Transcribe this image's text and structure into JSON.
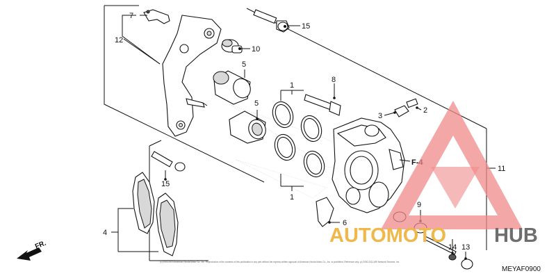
{
  "callouts": {
    "n1a": "1",
    "n1b": "1",
    "n2": "2",
    "n3": "3",
    "n4": "4",
    "n5a": "5",
    "n5b": "5",
    "n6": "6",
    "n7": "7",
    "n8": "8",
    "n9": "9",
    "n10": "10",
    "n11": "11",
    "n12": "12",
    "n13": "13",
    "n14": "14",
    "n15a": "15",
    "n15b": "15"
  },
  "reference": "F-4",
  "direction_label": "FR.",
  "diagram_code": "MEYAF0900",
  "copyright": "(c) 2003-2010 American Honda Motor Co., Inc. Reproduction of the contents of this publication in any part without the express written approval of American Honda Motor Co., Inc. is prohibited. Reference only. (c) 2000-2011 ARI Network Services, Inc.",
  "watermark": {
    "part1": "AUTOMOTO",
    "part2": "HUB",
    "color_primary": "#f0b84a",
    "color_secondary": "#6e6e6e",
    "logo_color": "#f08a8a"
  },
  "colors": {
    "line": "#111111",
    "background": "#ffffff"
  }
}
